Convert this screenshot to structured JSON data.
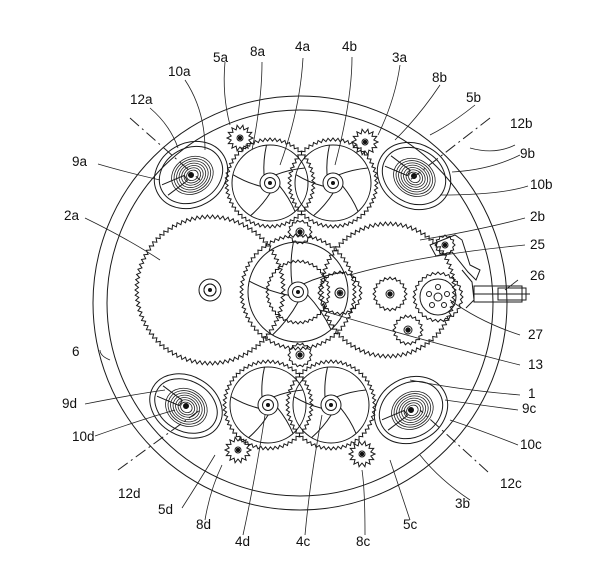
{
  "figure": {
    "labels": {
      "l12a": "12a",
      "l10a": "10a",
      "l5a": "5a",
      "l8a": "8a",
      "l4a": "4a",
      "l4b": "4b",
      "l3a": "3a",
      "l8b": "8b",
      "l5b": "5b",
      "l12b": "12b",
      "l9b": "9b",
      "l10b": "10b",
      "l9a": "9a",
      "l2a": "2a",
      "l2b": "2b",
      "l25": "25",
      "l26": "26",
      "l27": "27",
      "l6": "6",
      "l13": "13",
      "l1": "1",
      "l9d": "9d",
      "l9c": "9c",
      "l10d": "10d",
      "l10c": "10c",
      "l12d": "12d",
      "l12c": "12c",
      "l5d": "5d",
      "l3b": "3b",
      "l8d": "8d",
      "l5c": "5c",
      "l4d": "4d",
      "l4c": "4c",
      "l8c": "8c"
    }
  }
}
